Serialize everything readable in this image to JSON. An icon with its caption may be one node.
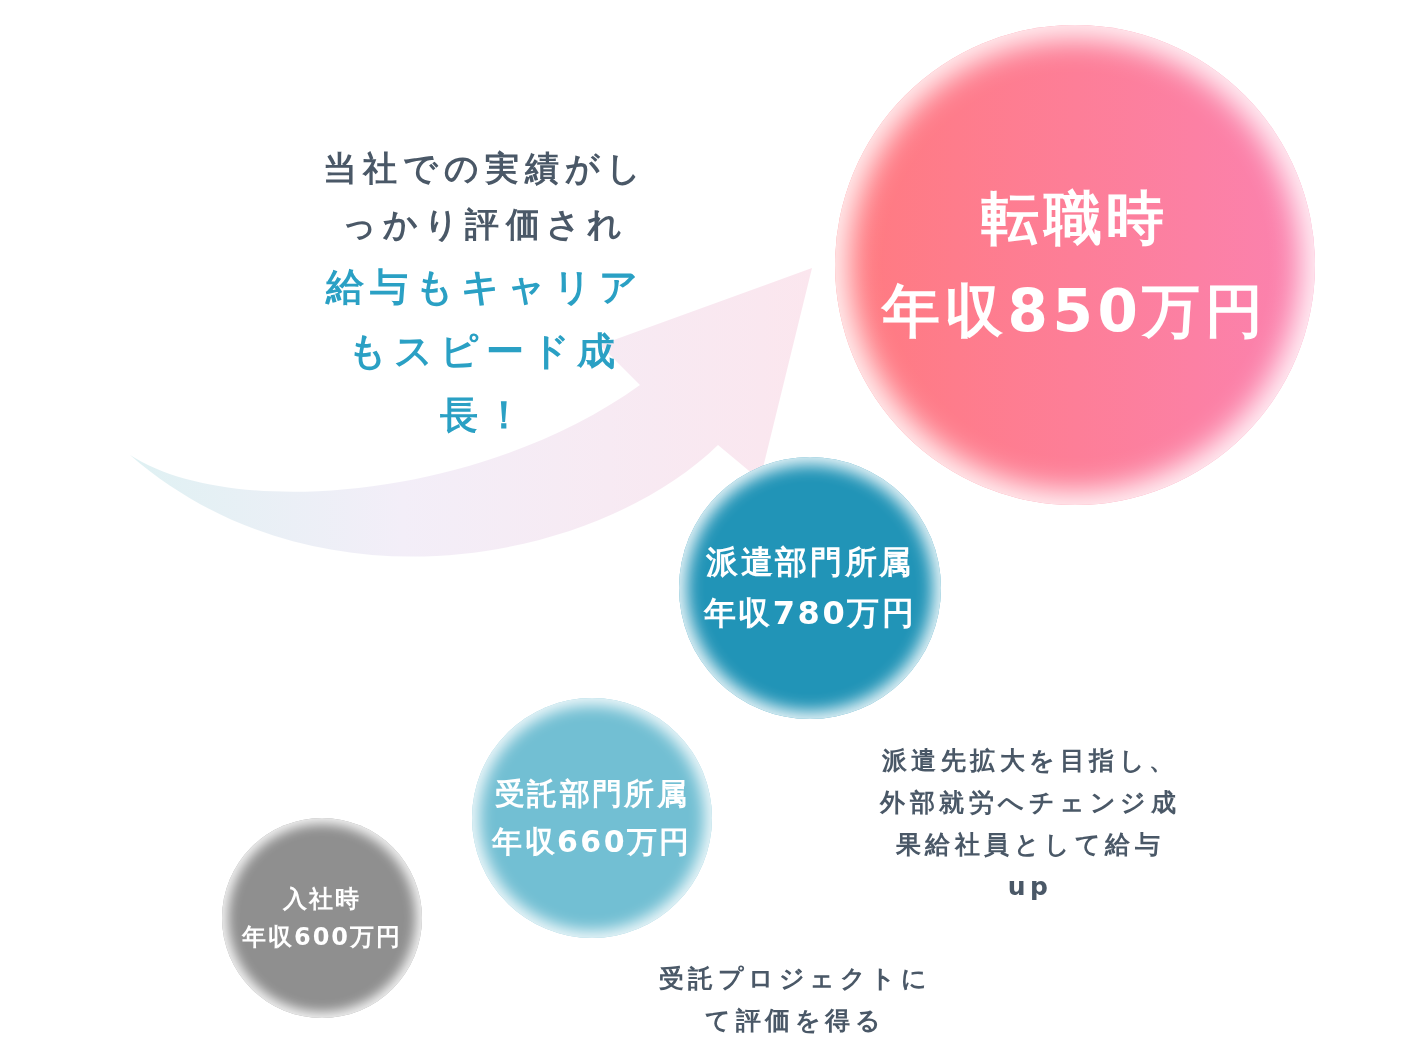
{
  "diagram": {
    "nodes": [
      {
        "text": [
          "入社時",
          "年収600万円"
        ]
      },
      {
        "text": [
          "受託部門所属",
          "年収660万円"
        ]
      },
      {
        "text": [
          "派遣部門所属",
          "年収780万円"
        ]
      },
      {
        "text": [
          "転職時",
          "年収850万円"
        ]
      }
    ],
    "edges": [
      {
        "from": null,
        "to": 3,
        "arrow": "to"
      }
    ],
    "labels": [
      "当社での実績がしっかり評価され",
      "給与もキャリアもスピード成長！",
      "派遣先拡大を目指し、外部就労へチェンジ成果給社員として給与up",
      "受託プロジェクトにて評価を得る"
    ]
  }
}
